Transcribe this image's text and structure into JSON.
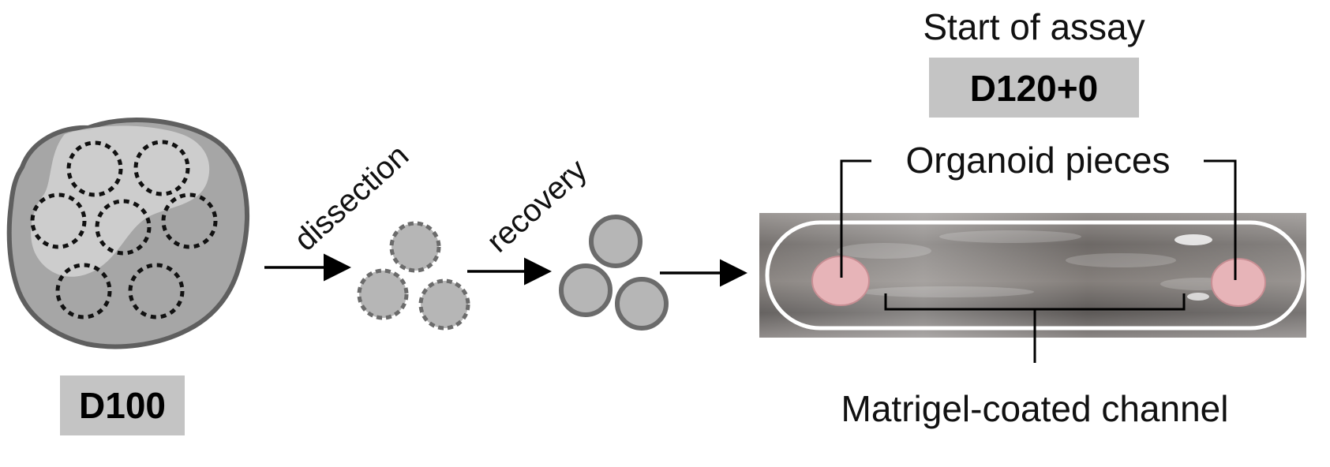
{
  "left_stage": {
    "badge": "D100"
  },
  "steps": {
    "dissection": "dissection",
    "recovery": "recovery"
  },
  "assay": {
    "title": "Start of assay",
    "badge": "D120+0"
  },
  "callouts": {
    "organoid_pieces": "Organoid pieces",
    "channel": "Matrigel-coated channel"
  },
  "colors": {
    "badge_bg": "#c4c4c4",
    "organoid_fill": "#a6a6a6",
    "organoid_stroke": "#5f5f5f",
    "piece_fill": "#b6b6b6",
    "piece_stroke": "#6b6b6b",
    "channel_photo_bg": "#6e6966",
    "pink_piece": "#e7b4b8"
  }
}
